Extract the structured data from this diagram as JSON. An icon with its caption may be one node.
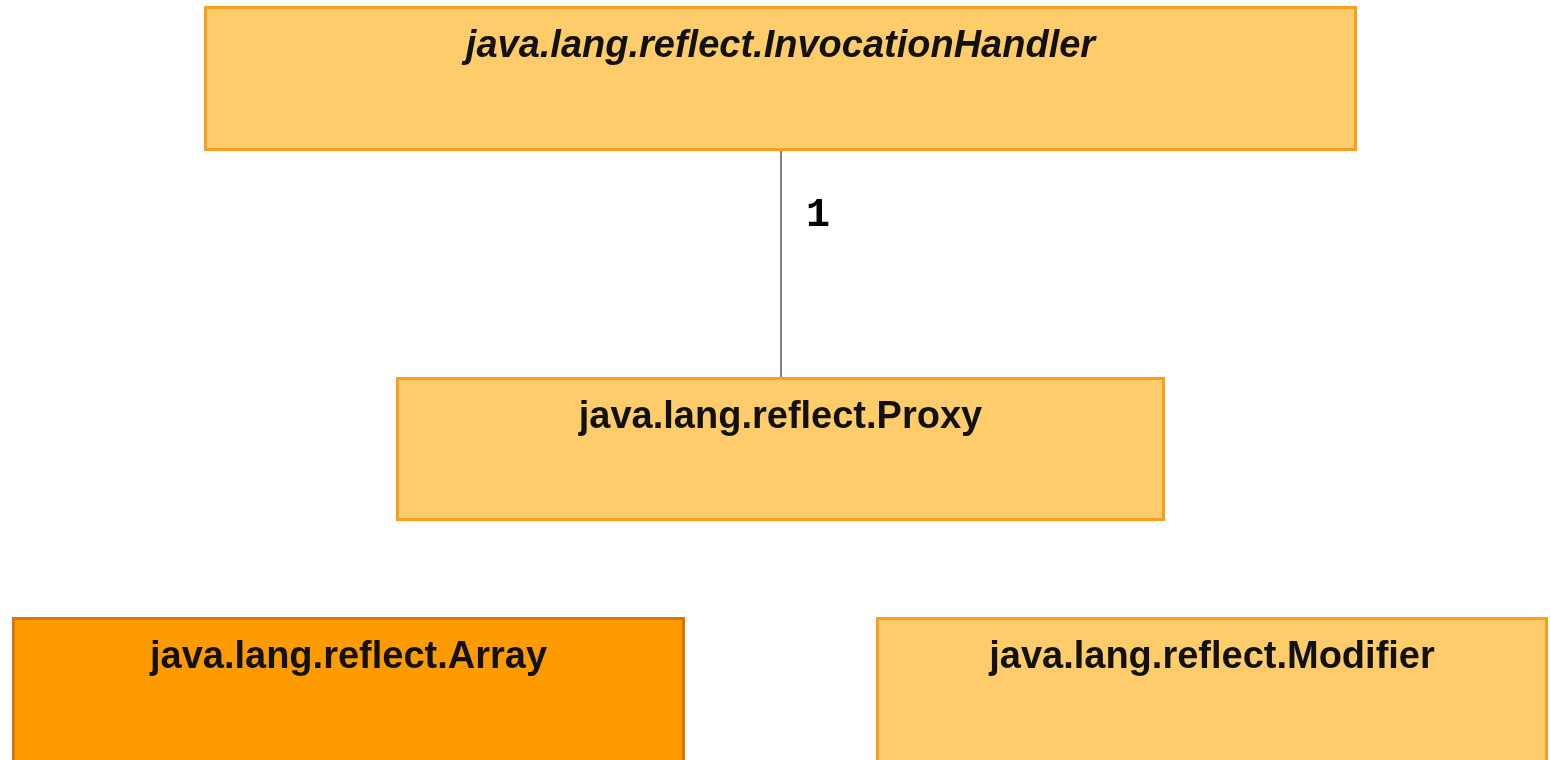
{
  "diagram": {
    "nodes": [
      {
        "text": [
          "java.lang.reflect.InvocationHandler"
        ]
      },
      {
        "text": [
          "java.lang.reflect.Proxy"
        ]
      },
      {
        "text": [
          "java.lang.reflect.Array"
        ]
      },
      {
        "text": [
          "java.lang.reflect.Modifier"
        ]
      }
    ],
    "edges": [
      {
        "from": 0,
        "to": 1,
        "arrow": "none",
        "label": "1"
      }
    ]
  }
}
